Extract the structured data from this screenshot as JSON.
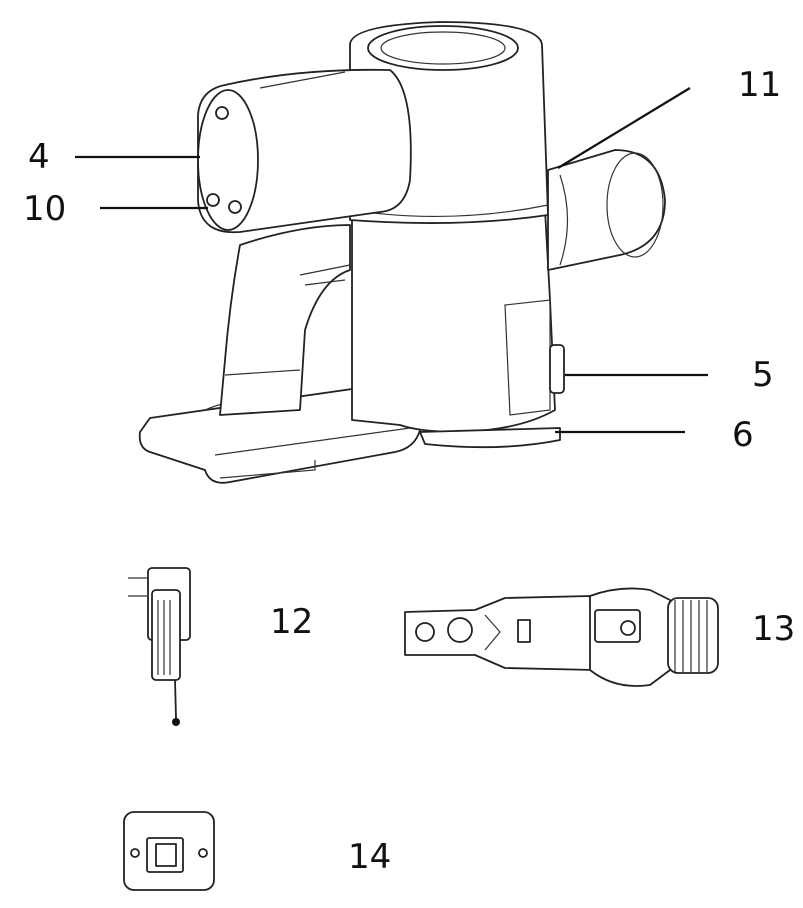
{
  "labels": {
    "label_4": "4",
    "label_10": "10",
    "label_11": "11",
    "label_5": "5",
    "label_6": "6",
    "label_12": "12",
    "label_13": "13",
    "label_14": "14"
  },
  "colors": {
    "line": "#222222",
    "background": "#ffffff"
  }
}
